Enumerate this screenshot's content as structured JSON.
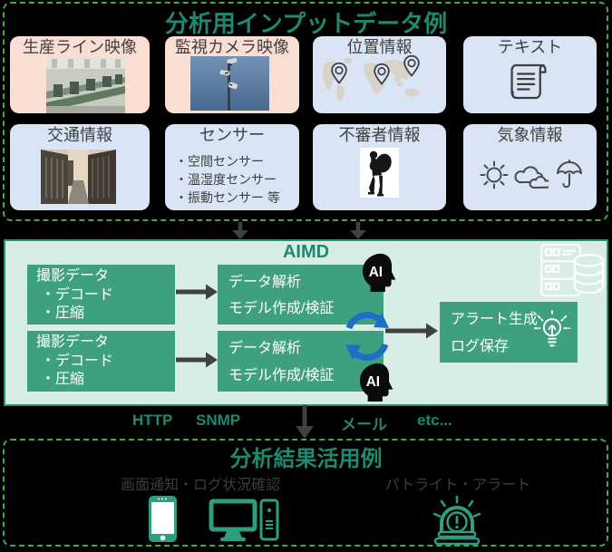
{
  "colors": {
    "bg": "#000000",
    "teal": "#1E8870",
    "teal-border": "#2F8F76",
    "mint": "#D8EDE4",
    "green-box": "#3FA080",
    "pink-box": "#FBDED3",
    "blue-box": "#D9E5F5",
    "dash-green": "#3FAA4F",
    "arrow-gray": "#3F4040",
    "sync-blue": "#1B6FC7",
    "icon-teal": "#2E9E81",
    "box-text": "#404040",
    "muted-label": "#3D3D3D"
  },
  "input_section": {
    "title": "分析用インプットデータ例",
    "boxes": [
      {
        "label": "生産ライン映像",
        "media": "factory-photo"
      },
      {
        "label": "監視カメラ映像",
        "media": "security-camera-photo"
      },
      {
        "label": "位置情報",
        "media": "map-pins-icon"
      },
      {
        "label": "テキスト",
        "media": "scroll-icon"
      },
      {
        "label": "交通情報",
        "media": "city-street-photo"
      },
      {
        "label": "センサー",
        "items": [
          "・空間センサー",
          "・温湿度センサー",
          "・振動センサー 等"
        ]
      },
      {
        "label": "不審者情報",
        "media": "suspicious-person-photo"
      },
      {
        "label": "気象情報",
        "media": "sun-cloud-umbrella-icons"
      }
    ]
  },
  "aimd": {
    "title": "AIMD",
    "ai_label": "AI",
    "capture_box": {
      "line1": "撮影データ",
      "line2": "・デコード",
      "line3": "・圧縮"
    },
    "analysis_box": {
      "line1": "データ解析",
      "line2": "モデル作成/検証"
    },
    "output_box": {
      "line1": "アラート生成",
      "line2": "ログ保存"
    }
  },
  "protocols": {
    "items": [
      "HTTP",
      "SNMP",
      "メール",
      "etc..."
    ]
  },
  "output_section": {
    "title": "分析結果活用例",
    "groups": [
      {
        "label": "画面通知・ログ状況確認",
        "icons": [
          "smartphone-icon",
          "desktop-pc-icon"
        ]
      },
      {
        "label": "パトライト・アラート",
        "icons": [
          "patrol-light-icon"
        ]
      }
    ]
  }
}
